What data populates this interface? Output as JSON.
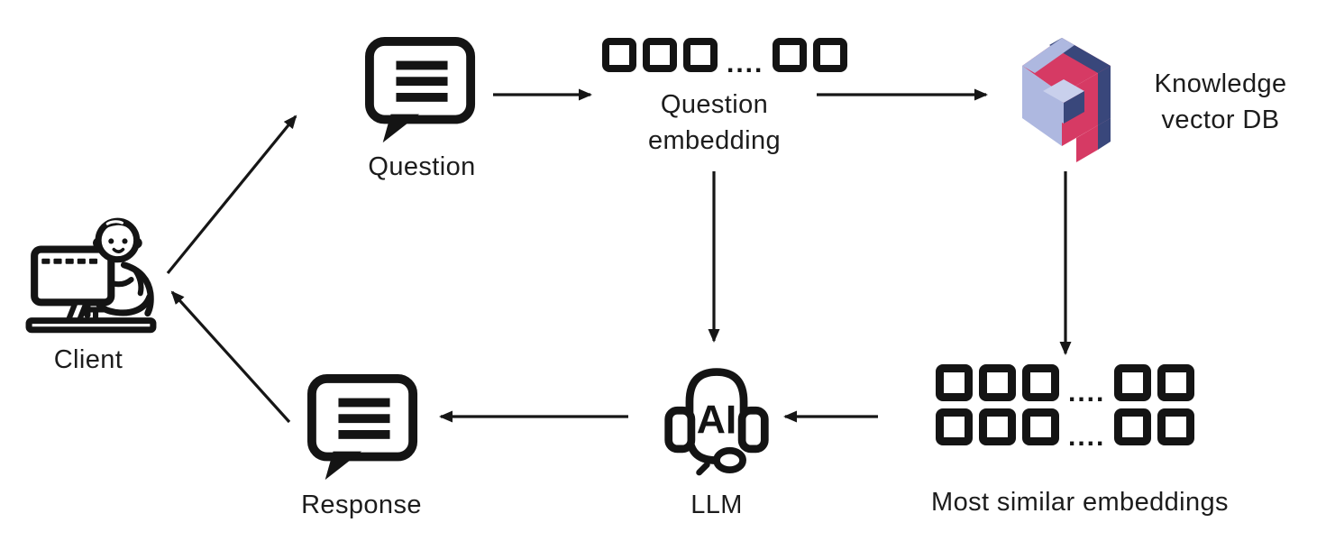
{
  "diagram": {
    "nodes": {
      "client": {
        "label": "Client"
      },
      "question": {
        "label": "Question"
      },
      "question_embedding": {
        "label": [
          "Question",
          "embedding"
        ],
        "squares_before": 3,
        "separator": "....",
        "squares_after": 2
      },
      "knowledge_vector_db": {
        "label": [
          "Knowledge",
          "vector DB"
        ]
      },
      "most_similar_embeddings": {
        "label": "Most similar embeddings",
        "rows": 2,
        "squares_before": 3,
        "separator": "....",
        "squares_after": 2
      },
      "llm": {
        "label": "LLM",
        "icon_text": "AI"
      },
      "response": {
        "label": "Response"
      }
    },
    "edges": [
      {
        "from": "client",
        "to": "question"
      },
      {
        "from": "question",
        "to": "question_embedding"
      },
      {
        "from": "question_embedding",
        "to": "knowledge_vector_db"
      },
      {
        "from": "question_embedding",
        "to": "llm"
      },
      {
        "from": "knowledge_vector_db",
        "to": "most_similar_embeddings"
      },
      {
        "from": "most_similar_embeddings",
        "to": "llm"
      },
      {
        "from": "llm",
        "to": "response"
      },
      {
        "from": "response",
        "to": "client"
      }
    ],
    "colors": {
      "stroke": "#161616",
      "qdrant_red": "#D63A64",
      "qdrant_light": "#AEB8E0",
      "qdrant_lighter": "#C9D0EC",
      "qdrant_navy": "#39477B"
    }
  }
}
